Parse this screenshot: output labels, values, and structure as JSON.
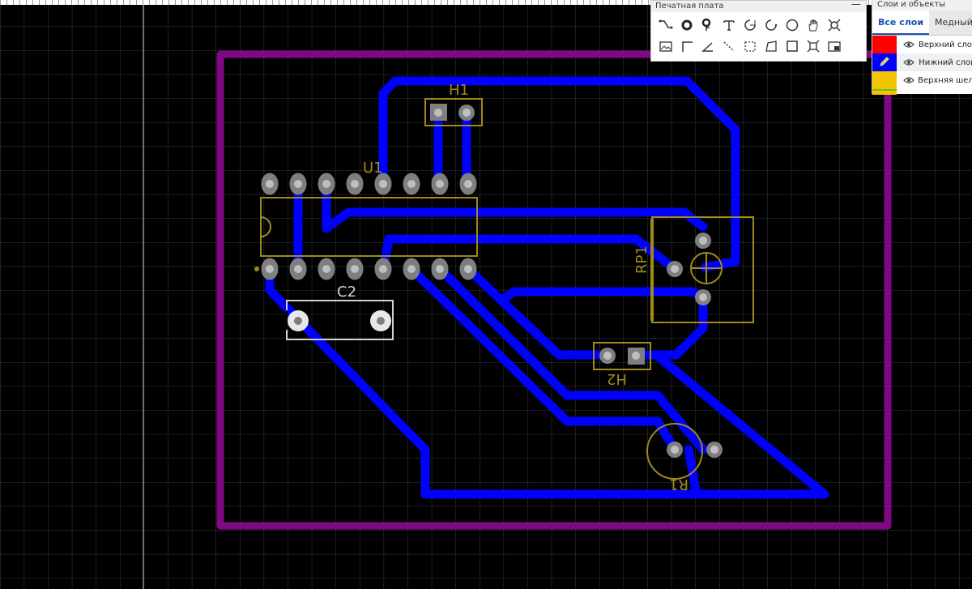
{
  "tool_panel": {
    "title": "Печатная плата",
    "minimize": "—",
    "tools": [
      {
        "name": "track-icon"
      },
      {
        "name": "pad-icon"
      },
      {
        "name": "via-icon"
      },
      {
        "name": "text-icon"
      },
      {
        "name": "arc-icon"
      },
      {
        "name": "arc-ccw-icon"
      },
      {
        "name": "circle-icon"
      },
      {
        "name": "hand-icon"
      },
      {
        "name": "fit-icon"
      },
      {
        "name": "image-icon"
      },
      {
        "name": "corner-icon"
      },
      {
        "name": "angle-icon"
      },
      {
        "name": "dashed-line-icon"
      },
      {
        "name": "dashed-rect-icon"
      },
      {
        "name": "polygon-icon"
      },
      {
        "name": "square-icon"
      },
      {
        "name": "group-icon"
      },
      {
        "name": "panel-icon"
      },
      {
        "name": "measure-icon"
      }
    ]
  },
  "layers_panel": {
    "title": "Слои и объекты",
    "tabs": [
      {
        "label": "Все слои",
        "active": true
      },
      {
        "label": "Медный",
        "active": false
      }
    ],
    "layers": [
      {
        "name": "Верхний слой",
        "color": "#ff0000",
        "editing": false
      },
      {
        "name": "Нижний слой",
        "color": "#0000ff",
        "editing": true
      },
      {
        "name": "Верхняя шелкография",
        "color": "#f5c400",
        "editing": false
      }
    ]
  },
  "board": {
    "outline_color": "#7d0a82",
    "track_color": "#0000ff",
    "silk_color": "#a08a1a",
    "pad_color": "#7f7f7f",
    "components": [
      {
        "designator": "H1"
      },
      {
        "designator": "U1"
      },
      {
        "designator": "C2"
      },
      {
        "designator": "RP1"
      },
      {
        "designator": "H2"
      },
      {
        "designator": "R1"
      }
    ]
  }
}
